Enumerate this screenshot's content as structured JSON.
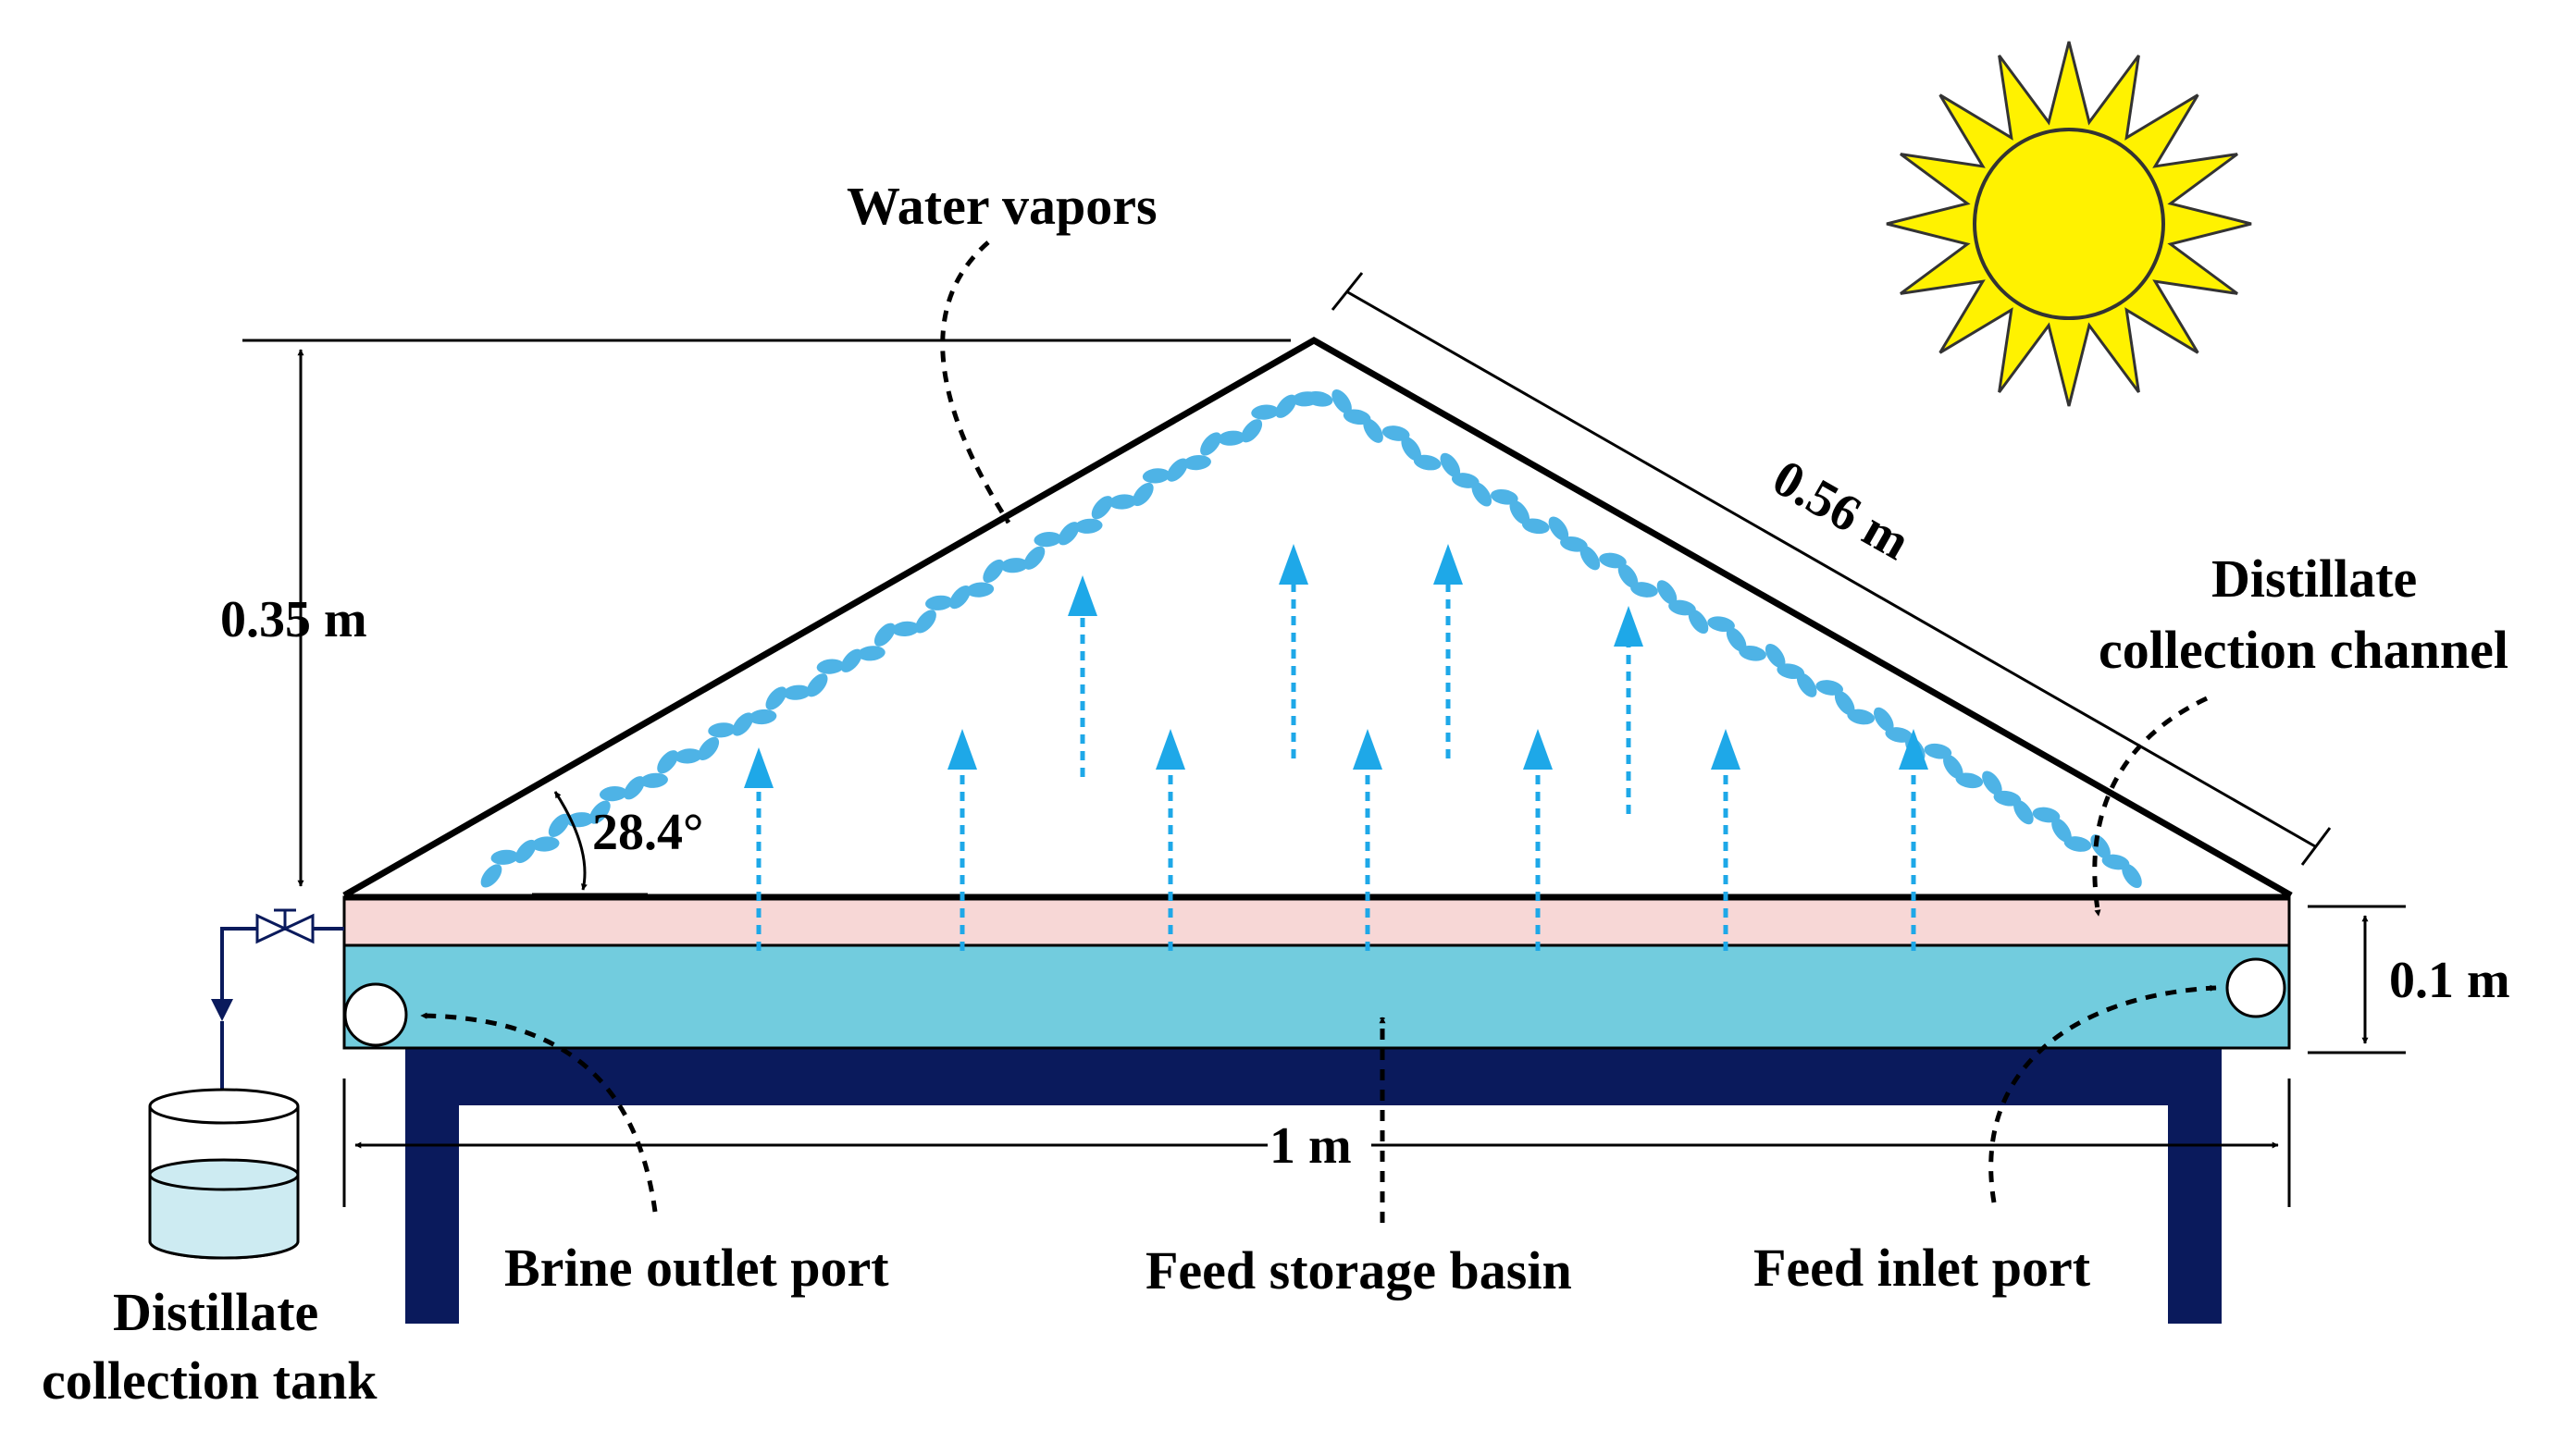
{
  "labels": {
    "water_vapors": "Water vapors",
    "distillate_channel_line1": "Distillate",
    "distillate_channel_line2": "collection channel",
    "brine_outlet": "Brine outlet port",
    "feed_storage": "Feed storage basin",
    "feed_inlet": "Feed inlet port",
    "distillate_tank_line1": "Distillate",
    "distillate_tank_line2": "collection tank"
  },
  "dimensions": {
    "height": "0.35 m",
    "slant_length": "0.56 m",
    "angle": "28.4°",
    "basin_depth": "0.1 m",
    "width": "1 m"
  },
  "colors": {
    "sun_rays": "#FFF200",
    "sun_outline": "#333333",
    "vapor": "#1EA8E8",
    "droplet": "#4EB3E6",
    "channel": "#F7D7D6",
    "basin": "#72CCDE",
    "stand": "#0A1A5C",
    "pipe": "#0A1A5C",
    "tank_water": "#CDEBF2"
  }
}
